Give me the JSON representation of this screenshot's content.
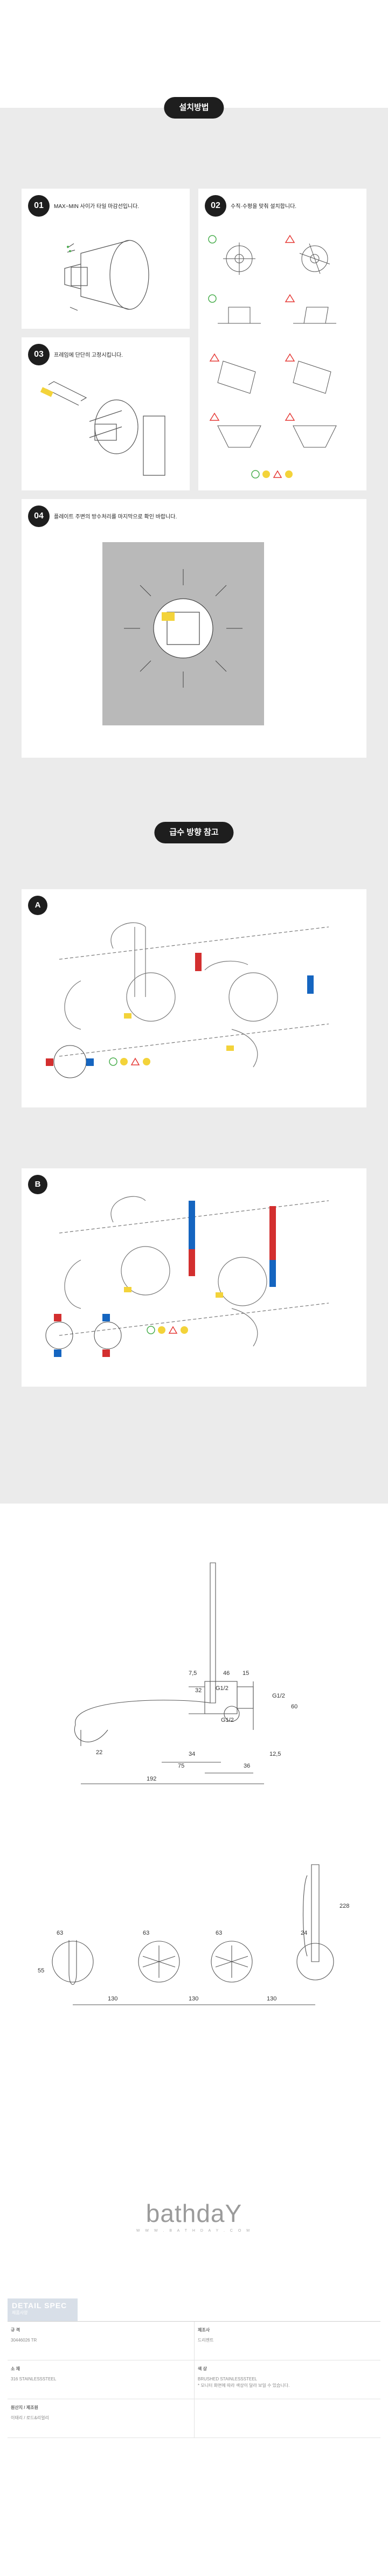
{
  "install": {
    "title": "설치방법",
    "steps": [
      {
        "num": "01",
        "text": "MAX~MIN 사이가 타일 마감선입니다."
      },
      {
        "num": "02",
        "text": "수직·수평을 맞춰 설치합니다."
      },
      {
        "num": "03",
        "text": "프레임에 단단히 고정시킵니다."
      },
      {
        "num": "04",
        "text": "플레이트 주변의 방수처리를 마지막으로 확인 바랍니다."
      }
    ]
  },
  "water": {
    "title": "급수 방향 참고",
    "labels": [
      "A",
      "B"
    ]
  },
  "drawing": {
    "dims_side": [
      "7,5",
      "46",
      "15",
      "32",
      "G1/2",
      "G1/2",
      "60",
      "22",
      "G1/2",
      "34",
      "12,5",
      "75",
      "36",
      "192"
    ],
    "dims_front": [
      "63",
      "63",
      "63",
      "24",
      "55",
      "130",
      "130",
      "130",
      "228"
    ]
  },
  "brand": {
    "logo": "bathdaY",
    "url": "W W W . B A T H D A Y . C O M"
  },
  "spec": {
    "title": "DETAIL SPEC",
    "subtitle": "제품사양",
    "rows": [
      [
        {
          "k": "규 격",
          "v": "30446026 TR"
        },
        {
          "k": "제조사",
          "v": "드리젠트"
        }
      ],
      [
        {
          "k": "소 재",
          "v": "316 STAINLESSSTEEL"
        },
        {
          "k": "색 상",
          "v": "BRUSHED STAINLESSSTEEL\n* 모니터 화면에 따라 색상이 달라 보일 수 있습니다."
        }
      ],
      [
        {
          "k": "원산지 / 제조원",
          "v": "이태리 / 로드&리얼리"
        },
        {
          "k": "",
          "v": ""
        }
      ]
    ]
  }
}
